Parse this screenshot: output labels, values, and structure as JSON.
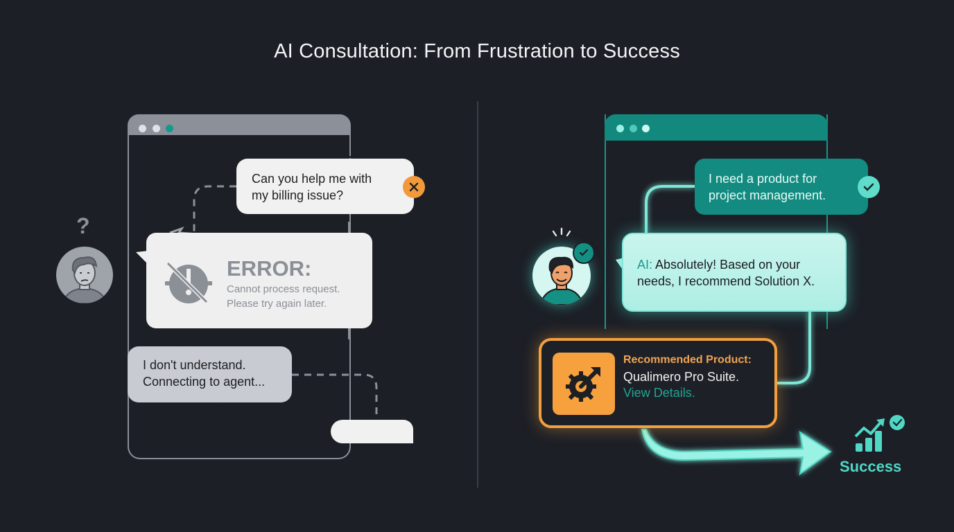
{
  "title": "AI Consultation: From Frustration to Success",
  "colors": {
    "background": "#1c1f26",
    "failure_gray": "#8c9099",
    "error_accent": "#f29a3b",
    "success_teal": "#13897e",
    "success_glow": "#4fd8c5",
    "product_orange": "#f2a03f"
  },
  "left_panel": {
    "state": "frustration",
    "window_dots": [
      "#dfe1e6",
      "#dfe1e6",
      "#139a8c"
    ],
    "user_avatar": {
      "mood": "confused",
      "icon": "question-mark"
    },
    "messages": [
      {
        "id": "user_question",
        "text_line1": "Can you help me with",
        "text_line2": "my billing issue?",
        "badge": "x-icon"
      },
      {
        "id": "error",
        "title": "ERROR:",
        "line1": "Cannot process request.",
        "line2": "Please try again later.",
        "icon": "disconnected-error-icon"
      },
      {
        "id": "bot_reply",
        "text_line1": "I don't understand.",
        "text_line2": "Connecting to agent..."
      },
      {
        "id": "empty_input",
        "text": ""
      }
    ]
  },
  "right_panel": {
    "state": "success",
    "window_dots": [
      "#9bf0e6",
      "#4fc9b8",
      "#cff8f2"
    ],
    "user_avatar": {
      "mood": "happy",
      "badge": "check-icon"
    },
    "messages": [
      {
        "id": "user_request",
        "text_line1": "I need a product for",
        "text_line2": "project management.",
        "badge": "check-icon"
      },
      {
        "id": "ai_reply",
        "prefix": "AI:",
        "text_line1": " Absolutely! Based on your",
        "text_line2": "needs, I recommend Solution X."
      }
    ],
    "product_card": {
      "label": "Recommended Product:",
      "name": "Qualimero Pro Suite.",
      "link": "View Details.",
      "icon": "gear-arrow-icon"
    },
    "outcome": {
      "label": "Success",
      "icon": "growth-chart-icon"
    }
  }
}
